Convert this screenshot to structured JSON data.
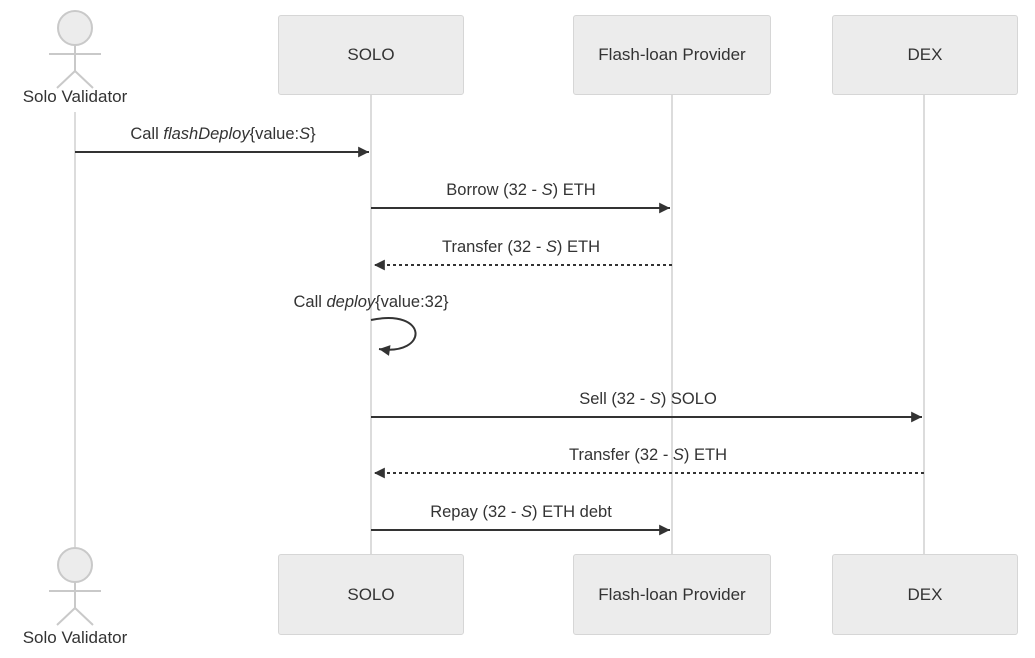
{
  "diagram_type": "sequence-diagram",
  "colors": {
    "background": "#ffffff",
    "participant_fill": "#ececec",
    "participant_border": "#d6d6d6",
    "lifeline": "#d0d0d0",
    "actor_stroke": "#c9c9c9",
    "message_line": "#333333",
    "text": "#333333"
  },
  "actor": {
    "top_label": "Solo Validator",
    "bottom_label": "Solo Validator"
  },
  "participants": [
    {
      "label": "SOLO"
    },
    {
      "label": "Flash-loan Provider"
    },
    {
      "label": "DEX"
    }
  ],
  "messages": [
    {
      "from": "Solo Validator",
      "to": "SOLO",
      "line": "solid",
      "segments": [
        {
          "t": "Call "
        },
        {
          "t": "flashDeploy",
          "i": true
        },
        {
          "t": "{value:"
        },
        {
          "t": "S",
          "i": true
        },
        {
          "t": "}"
        }
      ]
    },
    {
      "from": "SOLO",
      "to": "Flash-loan Provider",
      "line": "solid",
      "segments": [
        {
          "t": "Borrow (32 - "
        },
        {
          "t": "S",
          "i": true
        },
        {
          "t": ") ETH"
        }
      ]
    },
    {
      "from": "Flash-loan Provider",
      "to": "SOLO",
      "line": "dashed",
      "segments": [
        {
          "t": "Transfer (32 - "
        },
        {
          "t": "S",
          "i": true
        },
        {
          "t": ") ETH"
        }
      ]
    },
    {
      "from": "SOLO",
      "to": "SOLO",
      "line": "self-loop",
      "segments": [
        {
          "t": "Call "
        },
        {
          "t": "deploy",
          "i": true
        },
        {
          "t": "{value:32}"
        }
      ]
    },
    {
      "from": "SOLO",
      "to": "DEX",
      "line": "solid",
      "segments": [
        {
          "t": "Sell (32 - "
        },
        {
          "t": "S",
          "i": true
        },
        {
          "t": ") SOLO"
        }
      ]
    },
    {
      "from": "DEX",
      "to": "SOLO",
      "line": "dashed",
      "segments": [
        {
          "t": "Transfer (32 - "
        },
        {
          "t": "S",
          "i": true
        },
        {
          "t": ") ETH"
        }
      ]
    },
    {
      "from": "SOLO",
      "to": "Flash-loan Provider",
      "line": "solid",
      "segments": [
        {
          "t": "Repay (32 - "
        },
        {
          "t": "S",
          "i": true
        },
        {
          "t": ") ETH debt"
        }
      ]
    }
  ]
}
